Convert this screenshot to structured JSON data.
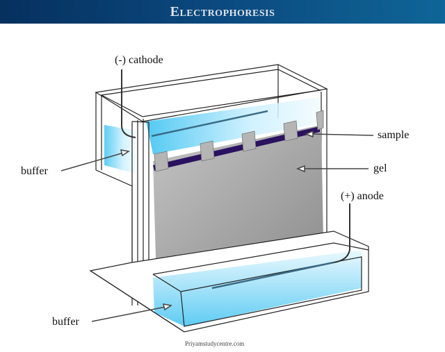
{
  "title": "Electrophoresis",
  "labels": {
    "cathode": "(-) cathode",
    "buffer_upper": "buffer",
    "sample": "sample",
    "gel": "gel",
    "anode": "(+) anode",
    "buffer_lower": "buffer"
  },
  "watermark": "Priyamstudycentre.com",
  "colors": {
    "header": "#0b4a80",
    "buffer": "#7fd6f5",
    "gel": "#a9a9a9",
    "well_band": "#2a1260"
  }
}
